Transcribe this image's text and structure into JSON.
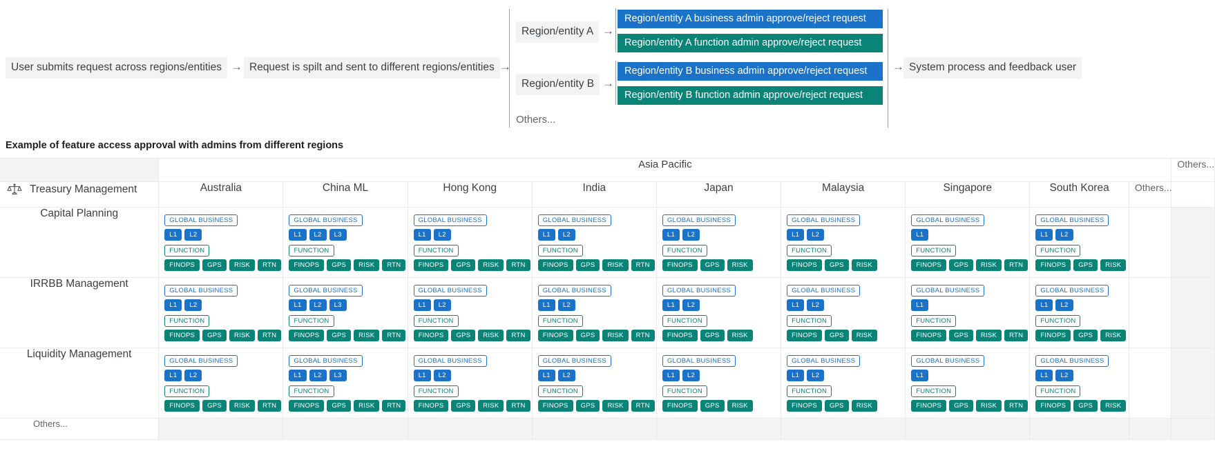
{
  "flow": {
    "steps": [
      {
        "id": "submit",
        "label": "User submits request across regions/entities"
      },
      {
        "id": "split",
        "label": "Request is spilt and sent to different regions/entities"
      },
      {
        "id": "final",
        "label": "System process and feedback user"
      }
    ],
    "branches": [
      {
        "label": "Region/entity A"
      },
      {
        "label": "Region/entity B"
      }
    ],
    "approvals": [
      {
        "label": "Region/entity A business admin approve/reject request",
        "color": "#1a73c8",
        "kind": "business"
      },
      {
        "label": "Region/entity A function admin approve/reject request",
        "color": "#0b8478",
        "kind": "function"
      },
      {
        "label": "Region/entity B business admin approve/reject request",
        "color": "#1a73c8",
        "kind": "business"
      },
      {
        "label": "Region/entity B function admin approve/reject request",
        "color": "#0b8478",
        "kind": "function"
      }
    ],
    "others_label": "Others...",
    "arrow_glyph": "→"
  },
  "section_title": "Example of feature access approval with admins from different regions",
  "table": {
    "region_group": "Asia Pacific",
    "others_label": "Others...",
    "feature_header": {
      "icon": "scale-icon",
      "label": "Treasury Management"
    },
    "countries": [
      "Australia",
      "China ML",
      "Hong Kong",
      "India",
      "Japan",
      "Malaysia",
      "Singapore",
      "South Korea"
    ],
    "group_labels": {
      "business": "GLOBAL BUSINESS",
      "function": "FUNCTION"
    },
    "rows": [
      {
        "label": "Capital Planning",
        "cells": [
          {
            "business": [
              "L1",
              "L2"
            ],
            "function": [
              "FINOPS",
              "GPS",
              "RISK",
              "RTN"
            ]
          },
          {
            "business": [
              "L1",
              "L2",
              "L3"
            ],
            "function": [
              "FINOPS",
              "GPS",
              "RISK",
              "RTN"
            ]
          },
          {
            "business": [
              "L1",
              "L2"
            ],
            "function": [
              "FINOPS",
              "GPS",
              "RISK",
              "RTN"
            ]
          },
          {
            "business": [
              "L1",
              "L2"
            ],
            "function": [
              "FINOPS",
              "GPS",
              "RISK",
              "RTN"
            ]
          },
          {
            "business": [
              "L1",
              "L2"
            ],
            "function": [
              "FINOPS",
              "GPS",
              "RISK"
            ]
          },
          {
            "business": [
              "L1",
              "L2"
            ],
            "function": [
              "FINOPS",
              "GPS",
              "RISK"
            ]
          },
          {
            "business": [
              "L1"
            ],
            "function": [
              "FINOPS",
              "GPS",
              "RISK",
              "RTN"
            ]
          },
          {
            "business": [
              "L1",
              "L2"
            ],
            "function": [
              "FINOPS",
              "GPS",
              "RISK"
            ]
          }
        ]
      },
      {
        "label": "IRRBB Management",
        "cells": [
          {
            "business": [
              "L1",
              "L2"
            ],
            "function": [
              "FINOPS",
              "GPS",
              "RISK",
              "RTN"
            ]
          },
          {
            "business": [
              "L1",
              "L2",
              "L3"
            ],
            "function": [
              "FINOPS",
              "GPS",
              "RISK",
              "RTN"
            ]
          },
          {
            "business": [
              "L1",
              "L2"
            ],
            "function": [
              "FINOPS",
              "GPS",
              "RISK",
              "RTN"
            ]
          },
          {
            "business": [
              "L1",
              "L2"
            ],
            "function": [
              "FINOPS",
              "GPS",
              "RISK",
              "RTN"
            ]
          },
          {
            "business": [
              "L1",
              "L2"
            ],
            "function": [
              "FINOPS",
              "GPS",
              "RISK"
            ]
          },
          {
            "business": [
              "L1",
              "L2"
            ],
            "function": [
              "FINOPS",
              "GPS",
              "RISK"
            ]
          },
          {
            "business": [
              "L1"
            ],
            "function": [
              "FINOPS",
              "GPS",
              "RISK",
              "RTN"
            ]
          },
          {
            "business": [
              "L1",
              "L2"
            ],
            "function": [
              "FINOPS",
              "GPS",
              "RISK"
            ]
          }
        ]
      },
      {
        "label": "Liquidity Management",
        "cells": [
          {
            "business": [
              "L1",
              "L2"
            ],
            "function": [
              "FINOPS",
              "GPS",
              "RISK",
              "RTN"
            ]
          },
          {
            "business": [
              "L1",
              "L2",
              "L3"
            ],
            "function": [
              "FINOPS",
              "GPS",
              "RISK",
              "RTN"
            ]
          },
          {
            "business": [
              "L1",
              "L2"
            ],
            "function": [
              "FINOPS",
              "GPS",
              "RISK",
              "RTN"
            ]
          },
          {
            "business": [
              "L1",
              "L2"
            ],
            "function": [
              "FINOPS",
              "GPS",
              "RISK",
              "RTN"
            ]
          },
          {
            "business": [
              "L1",
              "L2"
            ],
            "function": [
              "FINOPS",
              "GPS",
              "RISK"
            ]
          },
          {
            "business": [
              "L1",
              "L2"
            ],
            "function": [
              "FINOPS",
              "GPS",
              "RISK"
            ]
          },
          {
            "business": [
              "L1"
            ],
            "function": [
              "FINOPS",
              "GPS",
              "RISK",
              "RTN"
            ]
          },
          {
            "business": [
              "L1",
              "L2"
            ],
            "function": [
              "FINOPS",
              "GPS",
              "RISK"
            ]
          }
        ]
      }
    ],
    "bottom_label": "Others..."
  },
  "colors": {
    "business_blue": "#1a73c8",
    "function_teal": "#0b8478",
    "box_grey": "#f1f3f4",
    "text": "#3c4043"
  }
}
